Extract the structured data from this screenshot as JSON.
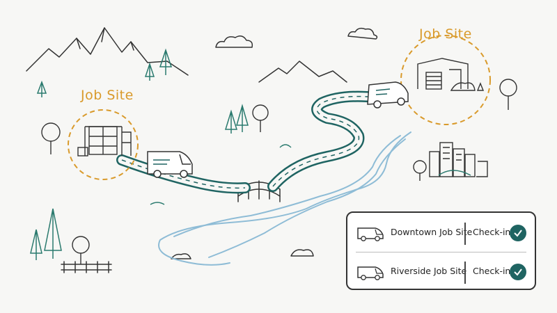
{
  "sites": [
    {
      "label": "Job Site"
    },
    {
      "label": "Job Site"
    }
  ],
  "checkins": [
    {
      "site": "Downtown Job Site",
      "status": "Check-in",
      "checked": true
    },
    {
      "site": "Riverside Job Site",
      "status": "Check-in",
      "checked": true
    }
  ],
  "colors": {
    "road": "#1f6462",
    "river": "#8ebcd6",
    "site_ring": "#d99a2b",
    "ink": "#333333",
    "tree": "#2a7a6e"
  },
  "icons": [
    "van-icon",
    "check-circle-icon",
    "tree-icon",
    "mountain-icon",
    "cloud-icon",
    "bridge-icon",
    "building-icon"
  ]
}
